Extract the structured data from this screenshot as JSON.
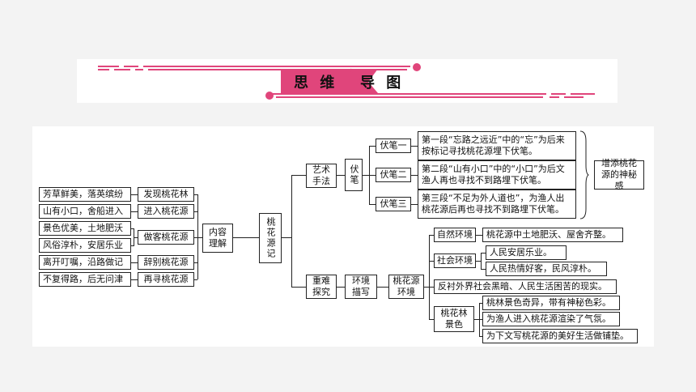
{
  "banner": {
    "title_left": "思 维",
    "title_right": "导 图",
    "accent": "#e0457b"
  },
  "root": "桃花源记",
  "left": {
    "hub": "内容理解",
    "stages": [
      {
        "label": "发现桃花林",
        "details": [
          "芳草鲜美，落英缤纷"
        ]
      },
      {
        "label": "进入桃花源",
        "details": [
          "山有小口，舍船进入"
        ]
      },
      {
        "label": "做客桃花源",
        "details": [
          "景色优美，土地肥沃",
          "风俗淳朴，安居乐业"
        ]
      },
      {
        "label": "辞别桃花源",
        "details": [
          "离开叮嘱，沿路做记"
        ]
      },
      {
        "label": "再寻桃花源",
        "details": [
          "不复得路，后无问津"
        ]
      }
    ]
  },
  "art": {
    "label": "艺术手法",
    "sub": "伏笔",
    "items": [
      {
        "label": "伏笔一",
        "text": "第一段“忘路之远近”中的“忘”为后来按标记寻找桃花源埋下伏笔。"
      },
      {
        "label": "伏笔二",
        "text": "第二段“山有小口”中的“小口”为后文渔人再也寻找不到路埋下伏笔。"
      },
      {
        "label": "伏笔三",
        "text": "第三段“不足为外人道也”，为渔人出桃花源后再也寻找不到路埋下伏笔。"
      }
    ],
    "effect": "增添桃花源的神秘感"
  },
  "focus": {
    "label": "重难探究",
    "sub": "环境描写",
    "env": "桃花源环境",
    "natural": {
      "label": "自然环境",
      "text": "桃花源中土地肥沃、屋舍齐整。"
    },
    "social": {
      "label": "社会环境",
      "items": [
        "人民安居乐业。",
        "人民热情好客，民风淳朴。"
      ]
    },
    "contrast": "反衬外界社会黑暗、人民生活困苦的现实。",
    "scenery": {
      "label": "桃花林景色",
      "items": [
        "桃林景色奇异，带有神秘色彩。",
        "为渔人进入桃花源渲染了气氛。",
        "为下文写桃花源的美好生活做铺垫。"
      ]
    }
  }
}
